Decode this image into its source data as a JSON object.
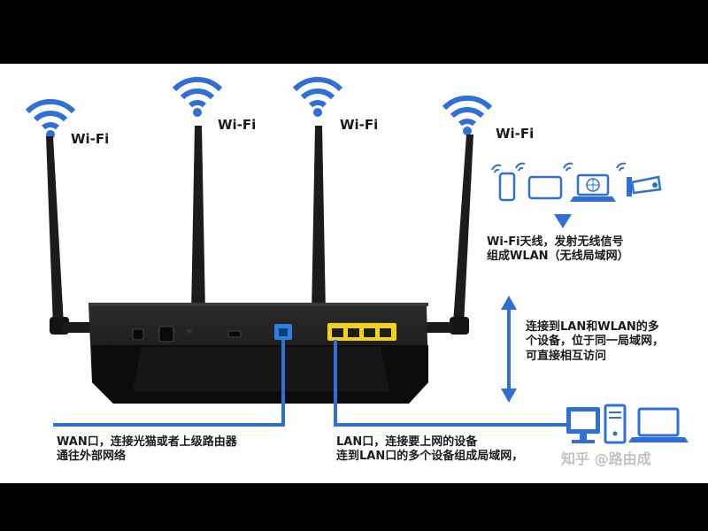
{
  "colors": {
    "blue": "#2f6fd6",
    "router": "#1e1e1e",
    "lan_port": "#f2d21b",
    "wan_port": "#2f7fe0"
  },
  "antennas": [
    {
      "label": "Wi-Fi"
    },
    {
      "label": "Wi-Fi"
    },
    {
      "label": "Wi-Fi"
    },
    {
      "label": "Wi-Fi"
    }
  ],
  "wireless_devices": [
    "phone-icon",
    "tablet-icon",
    "laptop-icon",
    "camera-icon"
  ],
  "wired_devices": [
    "monitor-icon",
    "pc-tower-icon",
    "laptop-icon"
  ],
  "texts": {
    "wlan_line1": "Wi-Fi天线，发射无线信号",
    "wlan_line2": "组成WLAN（无线局域网）",
    "lan_wlan_line1": "连接到LAN和WLAN的多",
    "lan_wlan_line2": "个设备，位于同一局域网，",
    "lan_wlan_line3": "可直接相互访问",
    "wan_line1": "WAN口，连接光猫或者上级路由器",
    "wan_line2": "通往外部网络",
    "lan_line1": "LAN口，连接要上网的设备",
    "lan_line2": "连到LAN口的多个设备组成局域网，"
  },
  "watermark": "知乎 @路由成"
}
